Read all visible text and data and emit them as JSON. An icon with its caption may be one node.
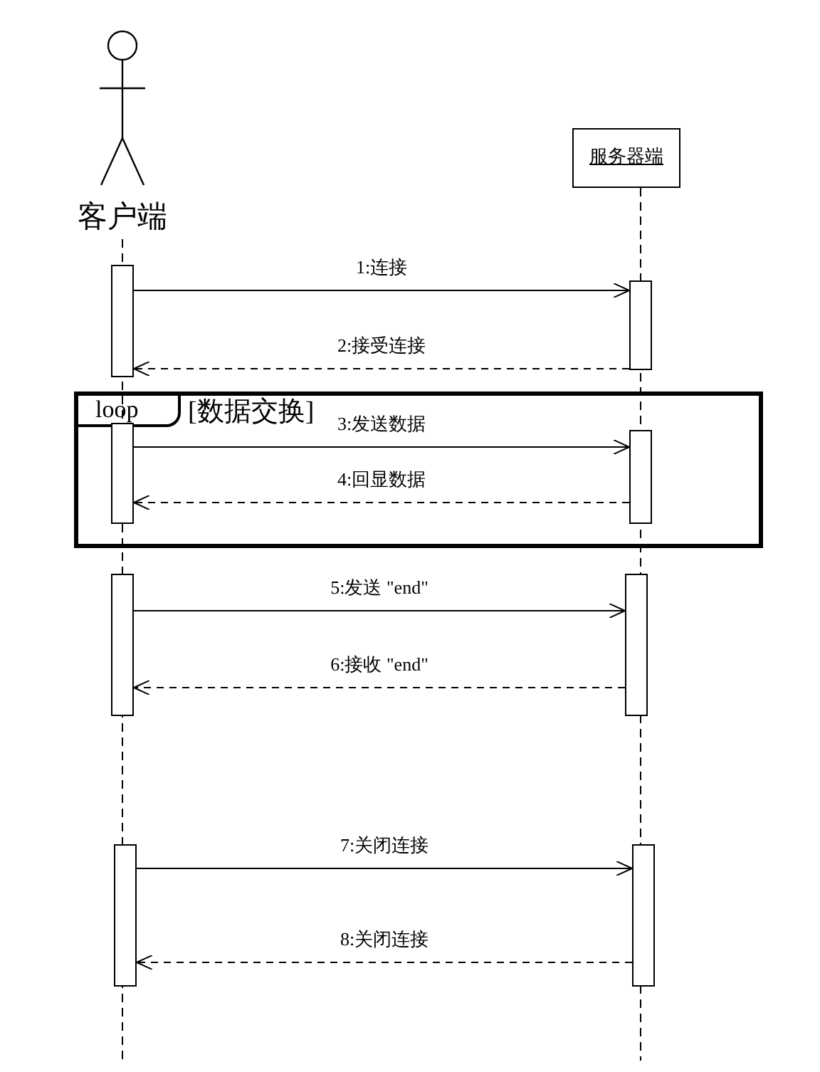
{
  "diagram": {
    "nodes": [
      {
        "text": [
          "客户端"
        ]
      },
      {
        "text": [
          "服务器端"
        ]
      },
      {
        "text": [],
        "shape": "bar"
      },
      {
        "text": [],
        "shape": "bar"
      },
      {
        "text": [
          "loop",
          "[数据交换]"
        ]
      },
      {
        "text": [],
        "shape": "bar",
        "in": 4
      },
      {
        "text": [],
        "shape": "bar",
        "in": 4
      },
      {
        "text": [],
        "shape": "bar"
      },
      {
        "text": [],
        "shape": "bar"
      },
      {
        "text": [],
        "shape": "bar"
      },
      {
        "text": [],
        "shape": "bar"
      }
    ],
    "edges": [
      {
        "from": 2,
        "to": 3,
        "arrow": "to",
        "label": "1:连接"
      },
      {
        "from": 3,
        "to": 2,
        "arrow": "to",
        "label": "2:接受连接",
        "style": "dashed"
      },
      {
        "from": 5,
        "to": 6,
        "arrow": "to",
        "label": "3:发送数据"
      },
      {
        "from": 6,
        "to": 5,
        "arrow": "to",
        "label": "4:回显数据",
        "style": "dashed"
      },
      {
        "from": 7,
        "to": 8,
        "arrow": "to",
        "label": "5:发送 \"end\""
      },
      {
        "from": 8,
        "to": 7,
        "arrow": "to",
        "label": "6:接收 \"end\"",
        "style": "dashed"
      },
      {
        "from": 9,
        "to": 10,
        "arrow": "to",
        "label": "7:关闭连接"
      },
      {
        "from": 10,
        "to": 9,
        "arrow": "to",
        "label": "8:关闭连接",
        "style": "dashed"
      }
    ]
  }
}
